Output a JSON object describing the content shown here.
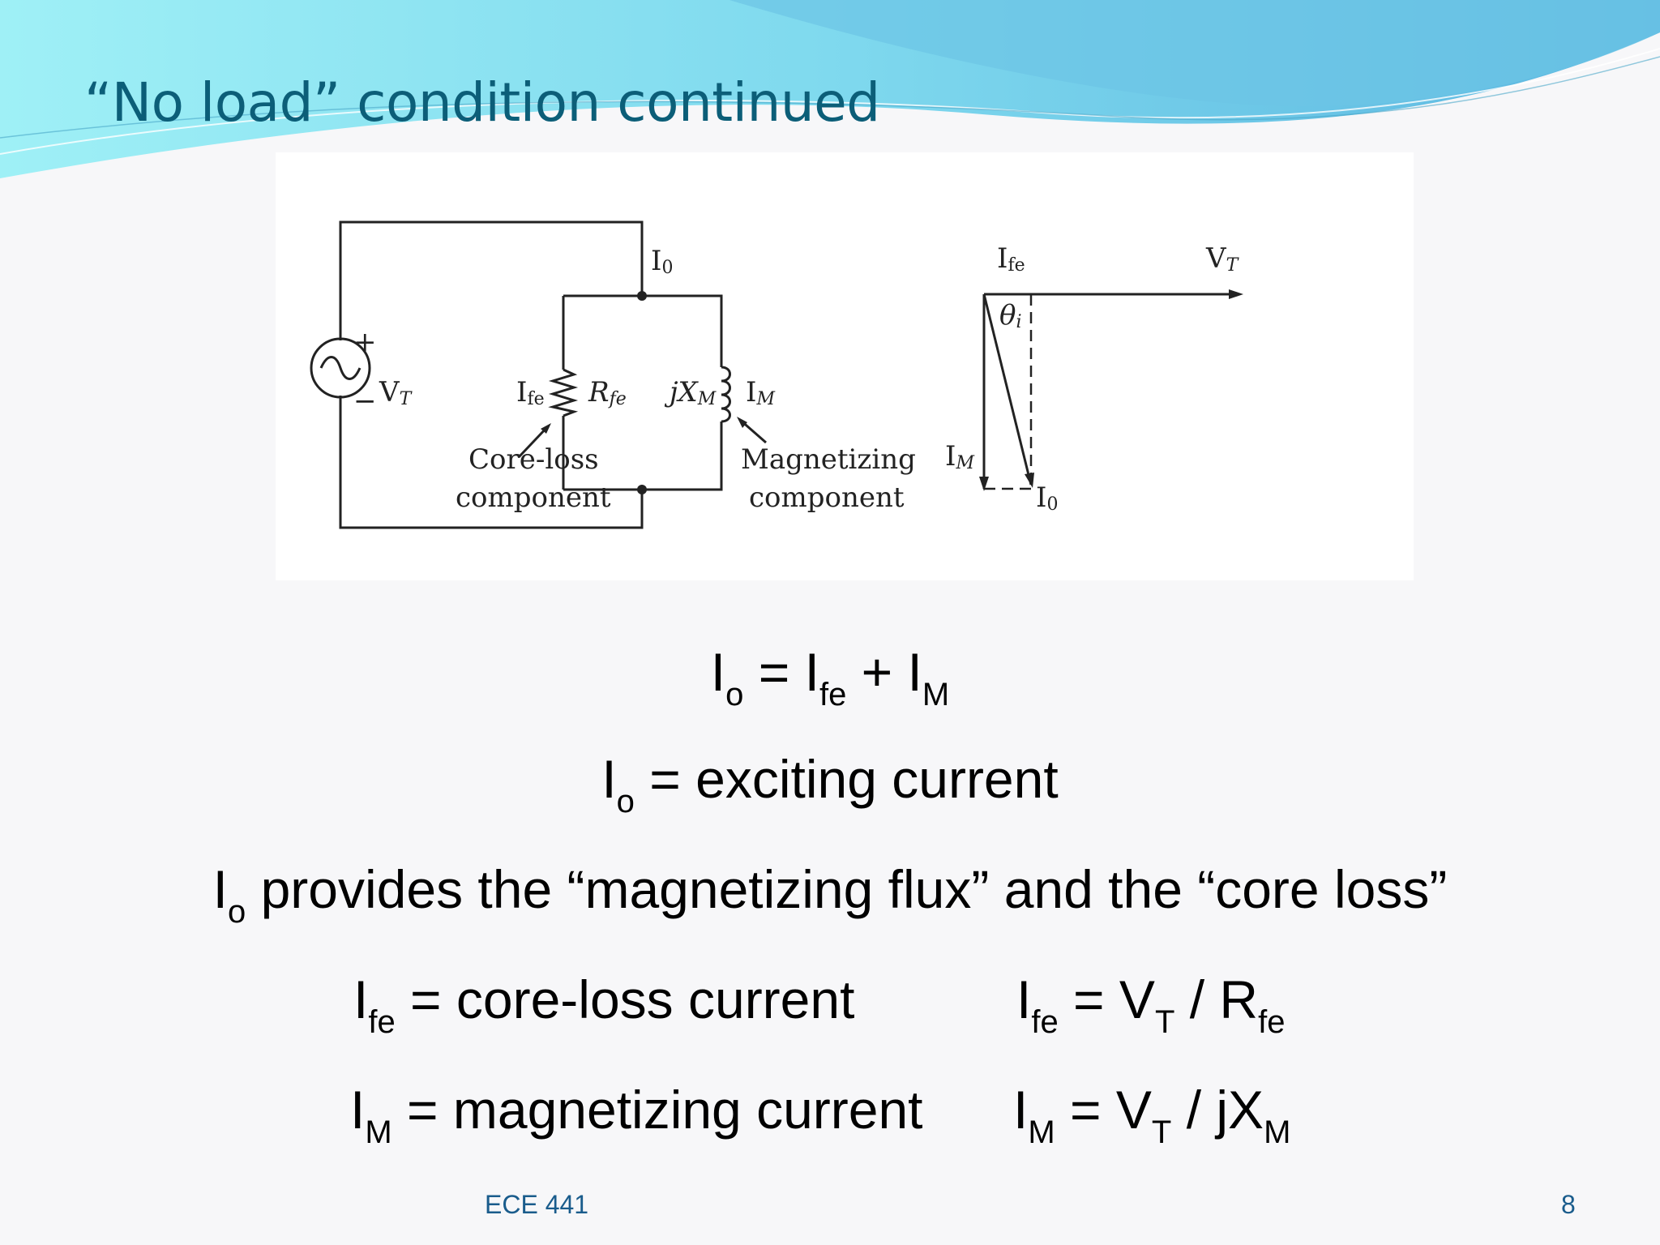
{
  "slide": {
    "title": "“No load” condition continued",
    "footer_center": "ECE 441",
    "page_number": "8"
  },
  "colors": {
    "title": "#0c5e78",
    "wave_light": "#8ee3f0",
    "wave_dark": "#5fb8dc",
    "footer": "#1a5c8c"
  },
  "circuit": {
    "source_plus": "+",
    "source_minus": "−",
    "vt": "V",
    "vt_sub": "T",
    "io": "I",
    "io_sub": "0",
    "ife": "I",
    "ife_sub": "fe",
    "rfe": "R",
    "rfe_sub": "fe",
    "jxm": "jX",
    "jxm_sub": "M",
    "im": "I",
    "im_sub": "M",
    "core_loss_line1": "Core-loss",
    "core_loss_line2": "component",
    "magnetizing_line1": "Magnetizing",
    "magnetizing_line2": "component"
  },
  "phasor": {
    "ife": "I",
    "ife_sub": "fe",
    "vt": "V",
    "vt_sub": "T",
    "theta": "θ",
    "theta_sub": "i",
    "im": "I",
    "im_sub": "M",
    "io": "I",
    "io_sub": "0"
  },
  "equations": {
    "eq1": {
      "a": "I",
      "a_sub": "o",
      "mid": " = I",
      "b_sub": "fe",
      "c": " + I",
      "c_sub": "M"
    },
    "eq2": {
      "a": "I",
      "a_sub": "o",
      "rest": " = exciting current"
    },
    "eq3": {
      "a": "I",
      "a_sub": "o",
      "rest": " provides the “magnetizing flux” and the “core loss”"
    },
    "eq4_left": {
      "a": "I",
      "a_sub": "fe",
      "rest": " = core-loss current"
    },
    "eq4_right": {
      "a": "I",
      "a_sub": "fe",
      "b": " = V",
      "b_sub": "T",
      "c": " / R",
      "c_sub": "fe"
    },
    "eq5_left": {
      "a": "I",
      "a_sub": "M",
      "rest": " = magnetizing current"
    },
    "eq5_right": {
      "a": "I",
      "a_sub": "M",
      "b": " = V",
      "b_sub": "T",
      "c": " / jX",
      "c_sub": "M"
    }
  }
}
